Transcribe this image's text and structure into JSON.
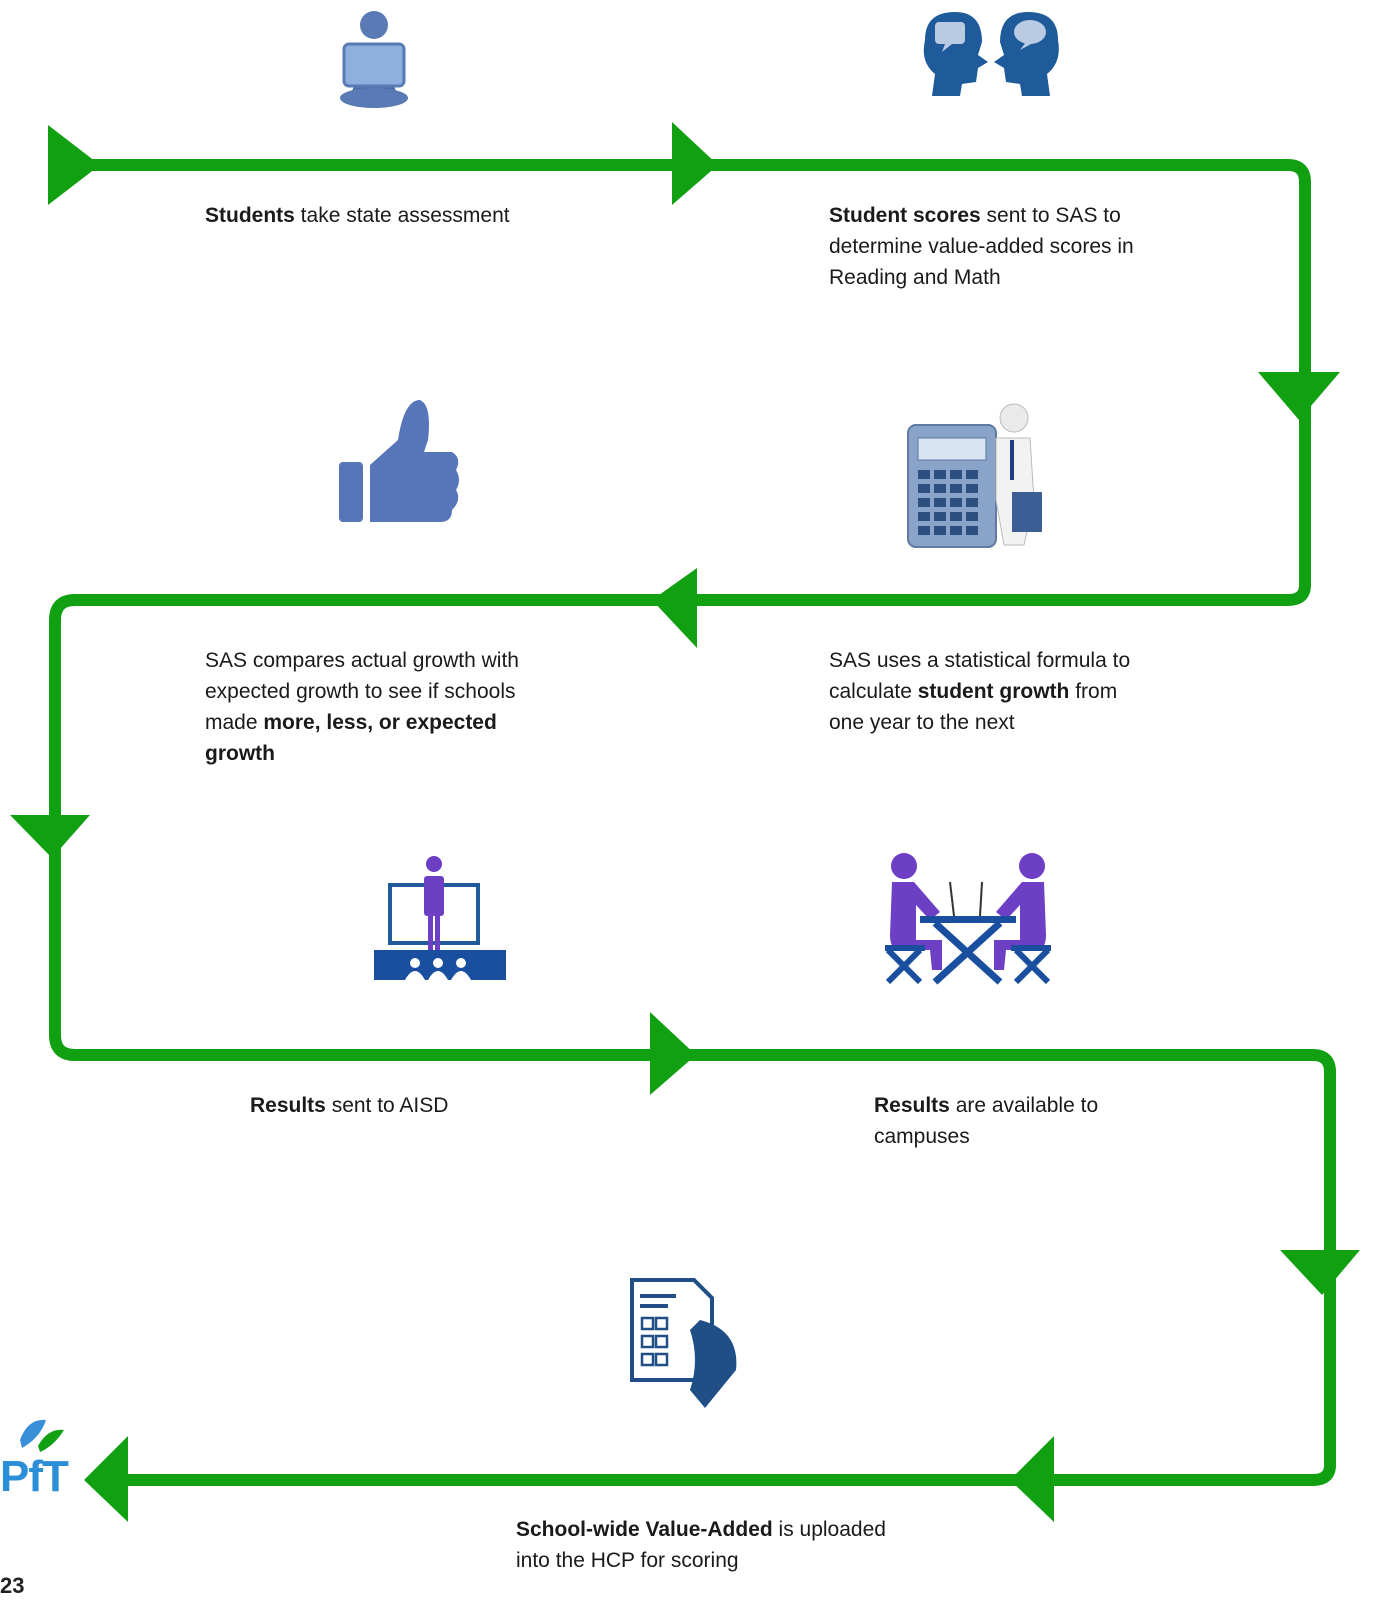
{
  "colors": {
    "path": "#11a011",
    "path_dark": "#0a8a0a",
    "icon_blue": "#5a7ab5",
    "icon_navy": "#1f5a9a",
    "icon_purple": "#6c3fc5",
    "icon_navy2": "#1a4fa0"
  },
  "steps": [
    {
      "bold": "Students",
      "text": " take state assessment",
      "icon": "student-laptop-icon"
    },
    {
      "bold": "Student scores",
      "text": " sent to SAS to determine value-added scores in Reading and Math",
      "icon": "two-heads-talking-icon"
    },
    {
      "pre": "SAS uses a statistical formula to calculate ",
      "bold": "student growth",
      "text": " from one year to the next",
      "icon": "calculator-businessman-icon"
    },
    {
      "pre": "SAS compares actual growth with expected growth to see if schools made ",
      "bold": "more, less, or expected growth",
      "text": "",
      "icon": "thumbs-up-icon"
    },
    {
      "bold": "Results",
      "text": " sent to AISD",
      "icon": "presenter-audience-icon"
    },
    {
      "bold": "Results",
      "text": " are available to campuses",
      "icon": "meeting-table-icon"
    },
    {
      "bold": "School-wide Value-Added",
      "text": " is uploaded into the HCP for scoring",
      "icon": "checklist-document-icon"
    }
  ],
  "logo": {
    "text": "PfT",
    "icon": "leaf-logo-icon"
  },
  "page_number": "23"
}
